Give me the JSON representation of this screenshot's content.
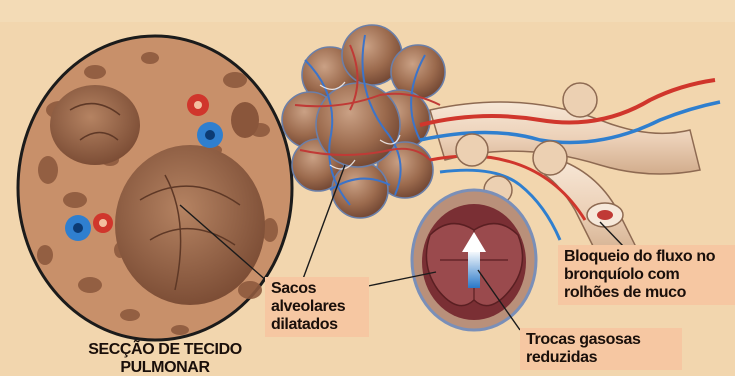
{
  "labels": {
    "section": "SECÇÃO DE TECIDO\nPULMONAR",
    "sacs": "Sacos\nalveolares\ndilatados",
    "exchange": "Trocas gasosas\nreduzidas",
    "blockage": "Bloqueio do fluxo no\nbronquíolo com\nrolhões de muco"
  },
  "colors": {
    "background": "#f2d6ae",
    "label_box": "#f6c7a2",
    "tissue": "#c99066",
    "alveolus": "#a8704a",
    "vein": "#2f7fcf",
    "artery": "#d0362c",
    "outline": "#1b1b1b"
  }
}
